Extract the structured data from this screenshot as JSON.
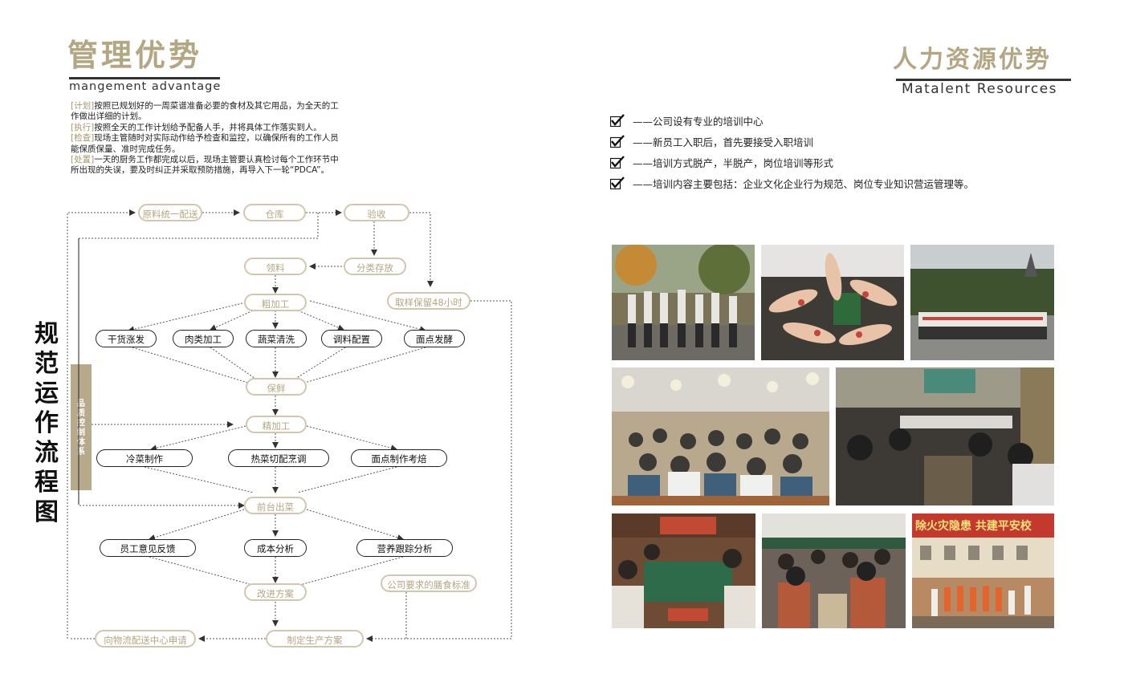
{
  "left": {
    "title": "管理优势",
    "subtitle": "mangement advantage",
    "intro": [
      {
        "tag": "[计划]",
        "text": "按照已规划好的一周菜谱准备必要的食材及其它用品，为全天的工"
      },
      {
        "tag": "",
        "text": "作做出详细的计划。"
      },
      {
        "tag": "[执行]",
        "text": "按照全天的工作计划给予配备人手，并将具体工作落实到人。"
      },
      {
        "tag": "[检查]",
        "text": "现场主管随时对实际动作给予检查和监控，以确保所有的工作人员"
      },
      {
        "tag": "",
        "text": "能保质保量、准时完成任务。"
      },
      {
        "tag": "[处置]",
        "text": "一天的厨务工作都完成以后，现场主管要认真检讨每个工作环节中"
      },
      {
        "tag": "",
        "text": "所出现的失误，要及时纠正并采取预防措施，再导入下一轮“PDCA”。"
      }
    ],
    "vertical_title": [
      "规",
      "范",
      "运",
      "作",
      "流",
      "程",
      "图"
    ],
    "qc_label": [
      "品",
      "质",
      "控",
      "制",
      "体",
      "系"
    ],
    "flow": {
      "raw_material": "原料统一配送",
      "warehouse": "仓库",
      "inspection": "验收",
      "classify_store": "分类存放",
      "receive": "领料",
      "sample_keep": "取样保留48小时",
      "rough_process": "粗加工",
      "dry_goods": "干货涨发",
      "meat_process": "肉类加工",
      "veg_wash": "蔬菜清洗",
      "seasoning": "调料配置",
      "dough": "面点发酵",
      "preserve": "保鲜",
      "fine_process": "精加工",
      "cold_dish": "冷菜制作",
      "hot_dish": "热菜切配烹调",
      "pastry": "面点制作考焙",
      "front_serve": "前台出菜",
      "staff_feedback": "员工意见反馈",
      "cost_analysis": "成本分析",
      "nutrition": "营养跟踪分析",
      "improve": "改进方案",
      "company_std": "公司要求的膳食标准",
      "logistics": "向物流配送中心申请",
      "production_plan": "制定生产方案"
    }
  },
  "right": {
    "title": "人力资源优势",
    "subtitle": "Matalent Resources",
    "checklist": [
      "——公司设有专业的培训中心",
      "——新员工入职后，首先要接受入职培训",
      "——培训方式脱产，半脱产，岗位培训等形式",
      "——培训内容主要包括：企业文化企业行为规范、岗位专业知识营运管理等。"
    ],
    "banner_text": "除火灾隐患 共建平安校"
  },
  "colors": {
    "accent": "#b3a682",
    "tan_border": "#d2c7ae",
    "qc_bar": "#b7aa8b",
    "text": "#222222"
  }
}
